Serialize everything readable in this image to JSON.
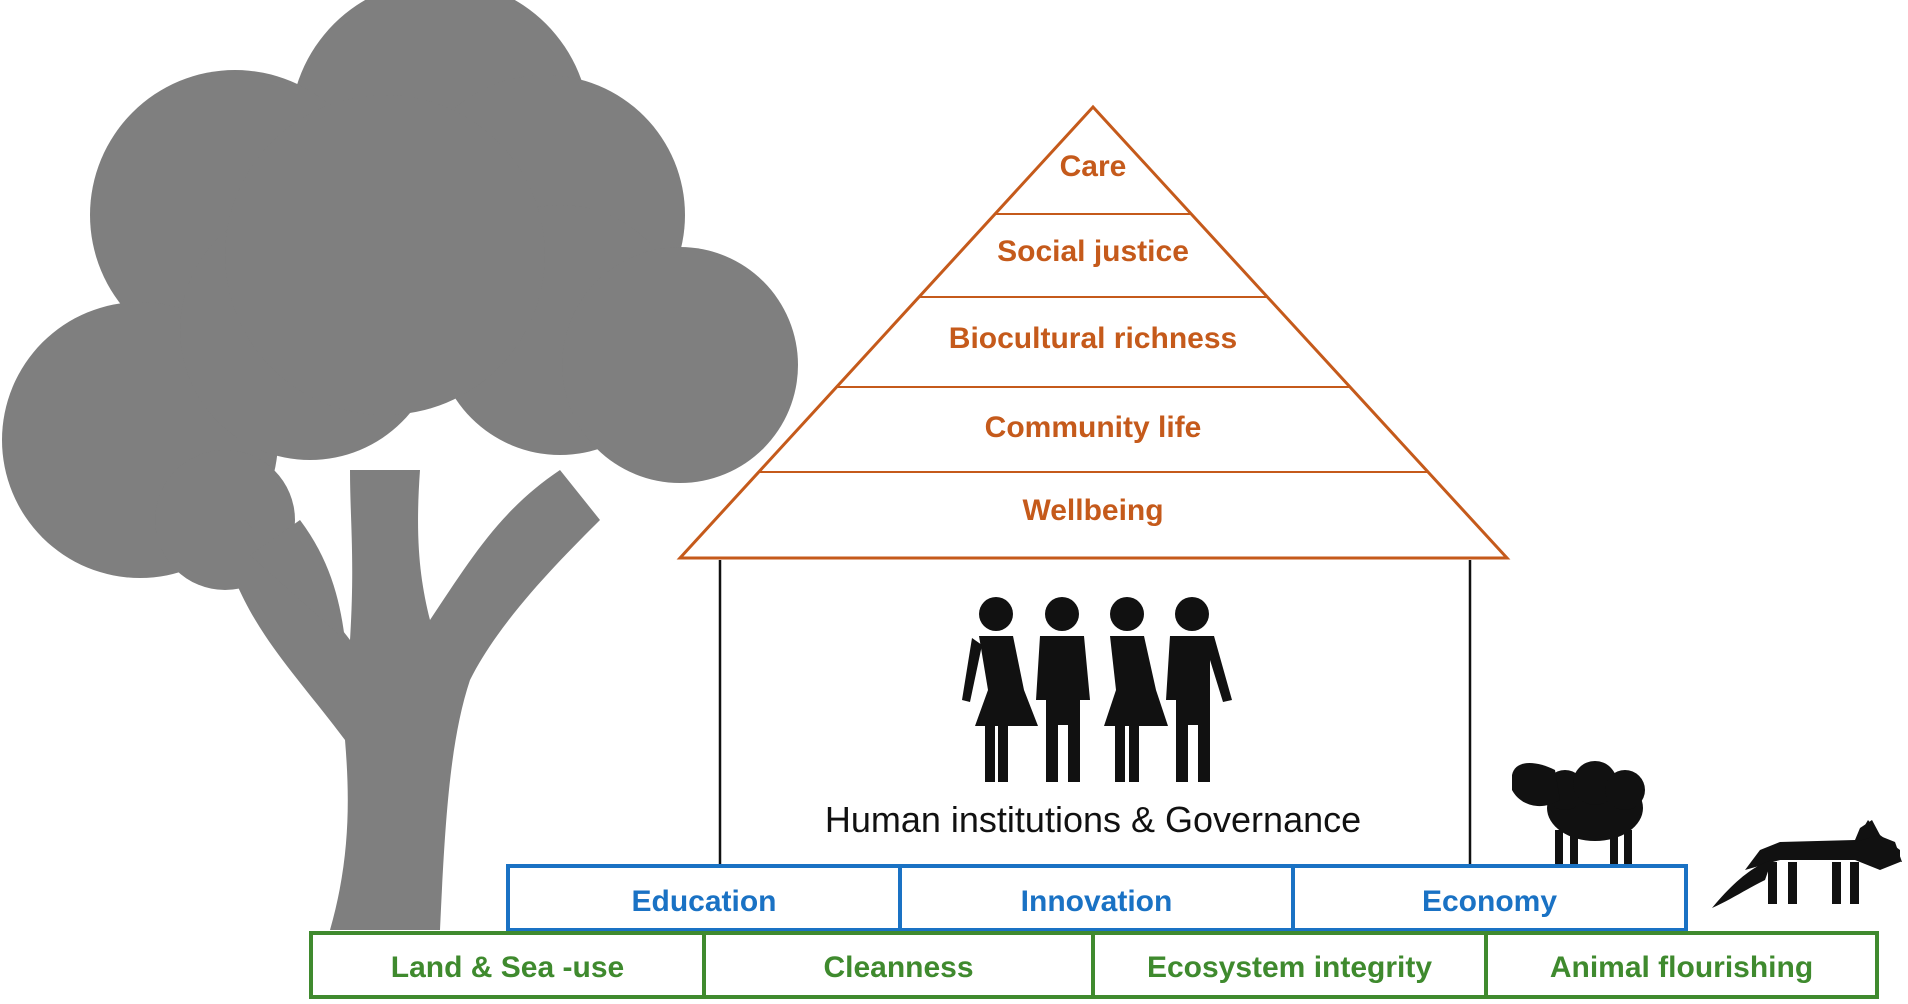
{
  "colors": {
    "roof": "#c55a1b",
    "blue": "#1a72c4",
    "green": "#3f8a2e",
    "tree": "#7f7f7f",
    "silhouette": "#111111",
    "house_line": "#111111"
  },
  "roof": {
    "levels": [
      "Care",
      "Social justice",
      "Biocultural richness",
      "Community life",
      "Wellbeing"
    ]
  },
  "house": {
    "label": "Human institutions & Governance",
    "icon": "people-group-icon"
  },
  "pillars_blue": [
    "Education",
    "Innovation",
    "Economy"
  ],
  "pillars_green": [
    "Land & Sea -use",
    "Cleanness",
    "Ecosystem integrity",
    "Animal flourishing"
  ],
  "decorations": {
    "tree_icon": "tree-icon",
    "sheep_icon": "sheep-icon",
    "fox_icon": "fox-icon"
  }
}
